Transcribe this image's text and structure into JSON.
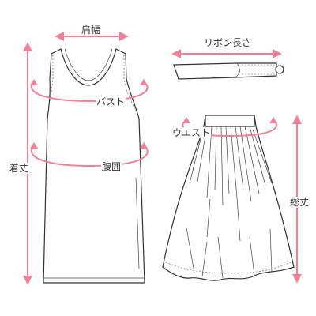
{
  "colors": {
    "measure": "#f08098",
    "outline": "#333333",
    "label_text": "#333333"
  },
  "labels": {
    "shoulder_width": "肩幅",
    "bust": "バスト",
    "waist": "腹囲",
    "dress_length": "着丈",
    "ribbon_length": "リボン長さ",
    "skirt_waist": "ウエスト",
    "total_length": "総丈"
  }
}
